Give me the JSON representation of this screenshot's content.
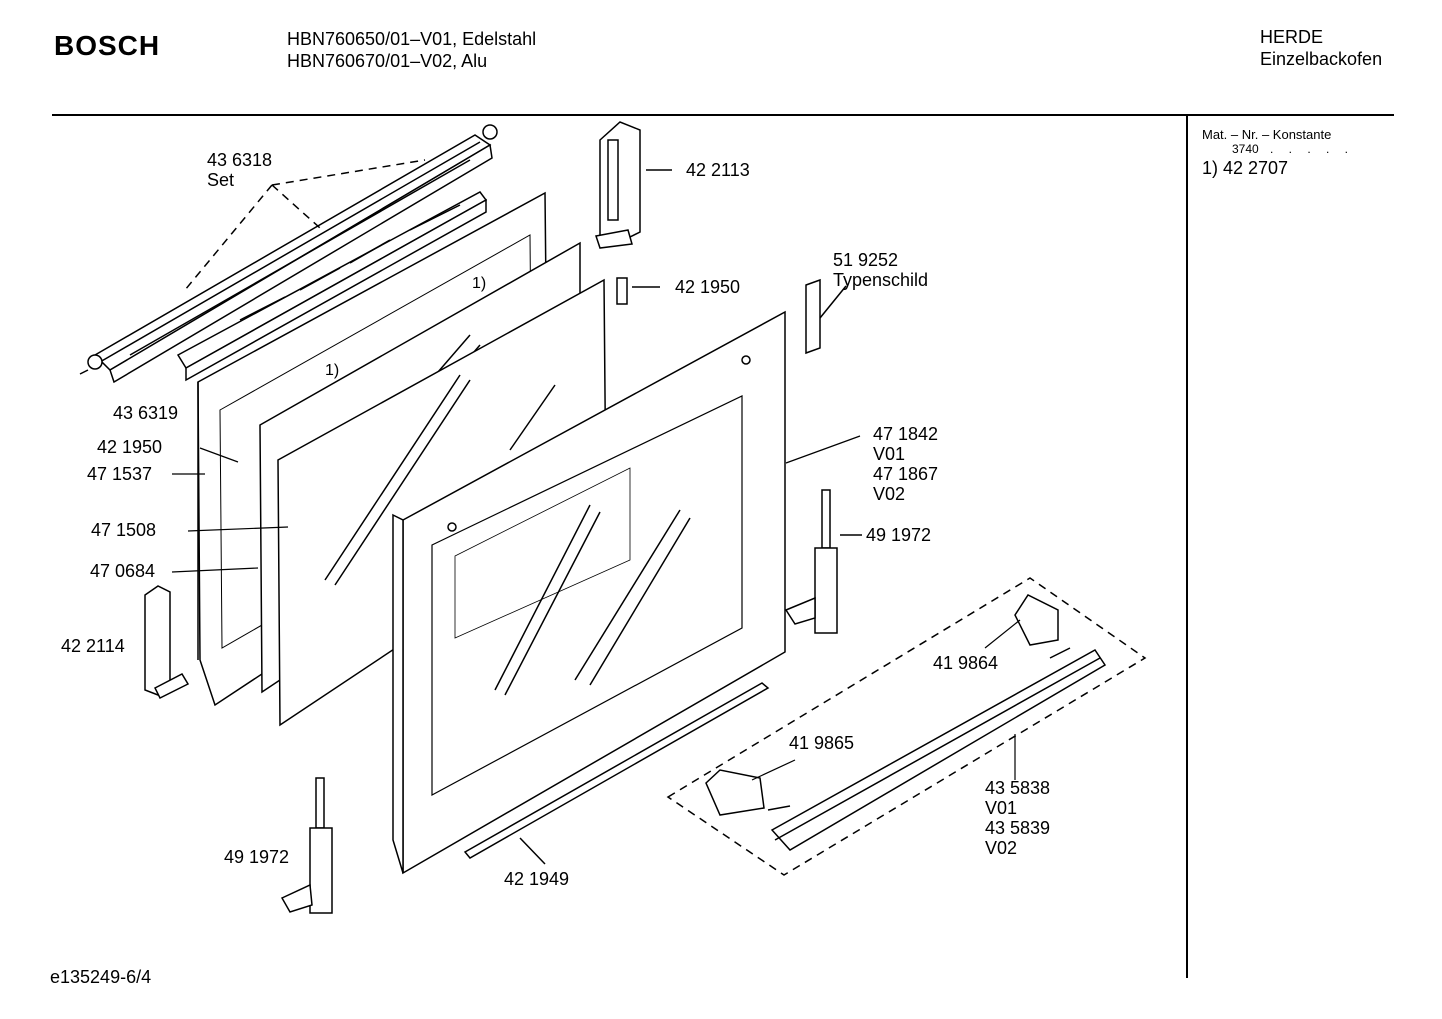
{
  "header": {
    "brand": "BOSCH",
    "models": [
      "HBN760650/01–V01, Edelstahl",
      "HBN760670/01–V02, Alu"
    ],
    "category": [
      "HERDE",
      "Einzelbackofen"
    ]
  },
  "sidebar": {
    "title": "Mat. – Nr. – Konstante",
    "constant": "3740",
    "dots": ". . . . .",
    "items": [
      "1) 42 2707"
    ]
  },
  "footer": {
    "code": "e135249-6/4"
  },
  "labels": [
    {
      "id": "l-436318",
      "lines": [
        "43 6318",
        "Set"
      ]
    },
    {
      "id": "l-422113",
      "lines": [
        "42 2113"
      ]
    },
    {
      "id": "l-421950a",
      "lines": [
        "42 1950"
      ]
    },
    {
      "id": "l-519252",
      "lines": [
        "51 9252",
        "Typenschild"
      ]
    },
    {
      "id": "l-436319",
      "lines": [
        "43 6319"
      ]
    },
    {
      "id": "l-421950b",
      "lines": [
        "42 1950"
      ]
    },
    {
      "id": "l-471537",
      "lines": [
        "47 1537"
      ]
    },
    {
      "id": "l-471508",
      "lines": [
        "47 1508"
      ]
    },
    {
      "id": "l-470684",
      "lines": [
        "47 0684"
      ]
    },
    {
      "id": "l-422114",
      "lines": [
        "42 2114"
      ]
    },
    {
      "id": "l-471842",
      "lines": [
        "47 1842",
        "V01",
        "47 1867",
        "V02"
      ]
    },
    {
      "id": "l-491972a",
      "lines": [
        "49 1972"
      ]
    },
    {
      "id": "l-419864",
      "lines": [
        "41 9864"
      ]
    },
    {
      "id": "l-419865",
      "lines": [
        "41 9865"
      ]
    },
    {
      "id": "l-435838",
      "lines": [
        "43 5838",
        "V01",
        "43 5839",
        "V02"
      ]
    },
    {
      "id": "l-421949",
      "lines": [
        "42 1949"
      ]
    },
    {
      "id": "l-491972b",
      "lines": [
        "49 1972"
      ]
    }
  ],
  "notes": [
    "1)",
    "1)"
  ]
}
